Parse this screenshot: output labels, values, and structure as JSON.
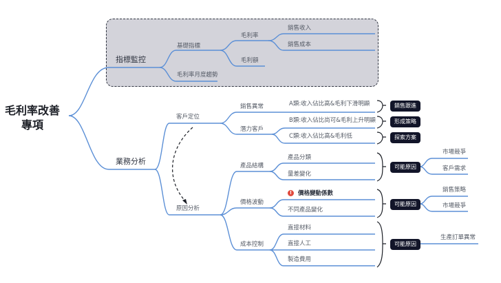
{
  "root": {
    "line1": "毛利率改善",
    "line2": "專項"
  },
  "indicator_monitoring": {
    "label": "指標監控",
    "basic_indicators": {
      "label": "基礎指標",
      "gross_margin_rate": {
        "label": "毛利率",
        "children": [
          "銷售收入",
          "銷售成本"
        ]
      },
      "gross_profit": {
        "label": "毛利額"
      }
    },
    "monthly_trend": {
      "label": "毛利率月度趨勢"
    }
  },
  "business_analysis": {
    "label": "業務分析",
    "customer_positioning": {
      "label": "客戶定位",
      "sales_anomaly": {
        "label": "銷售異常",
        "items": [
          {
            "label": "A類:收入佔比高&毛利下滑明顯",
            "action": "銷售跟進"
          }
        ]
      },
      "potential_customers": {
        "label": "潛力客戶",
        "items": [
          {
            "label": "B類:收入佔比尚可&毛利上升明顯",
            "action": "形成策略"
          },
          {
            "label": "C類:收入佔比高&毛利低",
            "action": "探索方案"
          }
        ]
      }
    },
    "cause_analysis": {
      "label": "原因分析",
      "product_structure": {
        "label": "產品結構",
        "items": [
          "產品分類",
          "量差變化"
        ],
        "tag": "可能原因",
        "reasons": [
          "市場競爭",
          "客戶需求"
        ]
      },
      "price_fluctuation": {
        "label": "價格波動",
        "items": [
          "價格變動係數",
          "不同產品變化"
        ],
        "flagged_item_badge": "!",
        "tag": "可能原因",
        "reasons": [
          "銷售策略",
          "市場競爭"
        ]
      },
      "cost_control": {
        "label": "成本控制",
        "items": [
          "直接材料",
          "直接人工",
          "製造費用"
        ],
        "tag": "可能原因",
        "reasons": [
          "生產訂單異常"
        ]
      }
    }
  },
  "colors": {
    "branch_line": "#5b8fd6",
    "tag_bg": "#121529",
    "group_bg": "#d3d3da",
    "badge": "#e0493c"
  }
}
